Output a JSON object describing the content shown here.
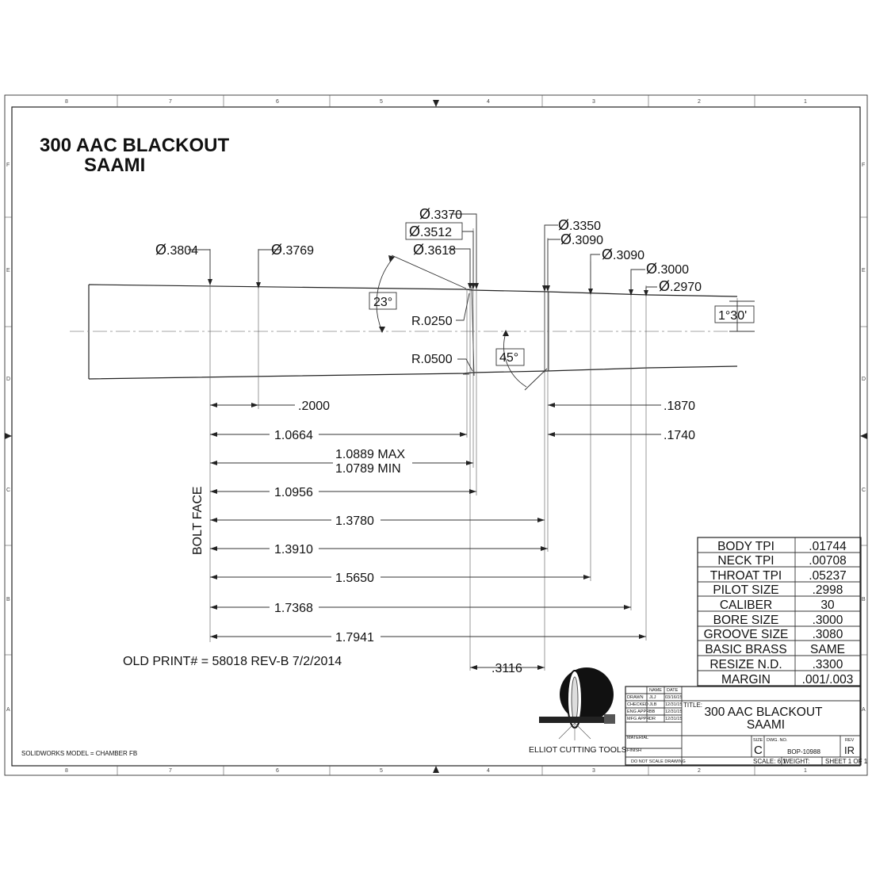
{
  "title": {
    "line1": "300 AAC BLACKOUT",
    "line2": "SAAMI"
  },
  "diameters": {
    "d3804": ".3804",
    "d3769": ".3769",
    "d3370": ".3370",
    "d3512": ".3512",
    "d3618": ".3618",
    "d3350": ".3350",
    "d3090a": ".3090",
    "d3090b": ".3090",
    "d3000": ".3000",
    "d2970": ".2970",
    "symbol": "Ø"
  },
  "angles": {
    "shoulder": "23°",
    "throat": "45°",
    "taper": "1°30'"
  },
  "radii": {
    "r1": "R.0250",
    "r2": "R.0500"
  },
  "lengths": {
    "l2000": ".2000",
    "l1870": ".1870",
    "l1740": ".1740",
    "l10664": "1.0664",
    "l10889": "1.0889 MAX",
    "l10789": "1.0789 MIN",
    "l10956": "1.0956",
    "l13780": "1.3780",
    "l13910": "1.3910",
    "l15650": "1.5650",
    "l17368": "1.7368",
    "l17941": "1.7941",
    "l3116": ".3116"
  },
  "bolt_face": "BOLT FACE",
  "old_print": "OLD PRINT# = 58018 REV-B  7/2/2014",
  "solidworks_note": "SOLIDWORKS MODEL = CHAMBER FB",
  "spec_table": [
    {
      "label": "BODY TPI",
      "value": ".01744"
    },
    {
      "label": "NECK TPI",
      "value": ".00708"
    },
    {
      "label": "THROAT TPI",
      "value": ".05237"
    },
    {
      "label": "PILOT SIZE",
      "value": ".2998"
    },
    {
      "label": "CALIBER",
      "value": "30"
    },
    {
      "label": "BORE SIZE",
      "value": ".3000"
    },
    {
      "label": "GROOVE SIZE",
      "value": ".3080"
    },
    {
      "label": "BASIC BRASS",
      "value": "SAME"
    },
    {
      "label": "RESIZE N.D.",
      "value": ".3300"
    },
    {
      "label": "MARGIN",
      "value": ".001/.003"
    }
  ],
  "title_block": {
    "head_name": "NAME",
    "head_date": "DATE",
    "rows": [
      {
        "role": "DRAWN",
        "name": "JLJ",
        "date": "03/16/15"
      },
      {
        "role": "CHECKED",
        "name": "JLB",
        "date": "12/31/15"
      },
      {
        "role": "ENG APPR.",
        "name": "BB",
        "date": "12/31/15"
      },
      {
        "role": "MFG APPR.",
        "name": "DR",
        "date": "12/31/15"
      }
    ],
    "material": "MATERIAL",
    "finish": "FINISH",
    "no_scale": "DO NOT SCALE DRAWING",
    "title_label": "TITLE:",
    "title_line1": "300 AAC BLACKOUT",
    "title_line2": "SAAMI",
    "size_label": "SIZE",
    "size": "C",
    "dwg_label": "DWG.  NO.",
    "dwg_no": "BOP-10988",
    "rev_label": "REV",
    "rev": "IR",
    "scale": "SCALE: 6:1",
    "weight": "WEIGHT:",
    "sheet": "SHEET 1 OF 1"
  },
  "logo_text": "ELLIOT CUTTING TOOLS",
  "zones": {
    "cols": [
      "8",
      "7",
      "6",
      "5",
      "4",
      "3",
      "2",
      "1"
    ],
    "rows": [
      "F",
      "E",
      "D",
      "C",
      "B",
      "A"
    ]
  }
}
